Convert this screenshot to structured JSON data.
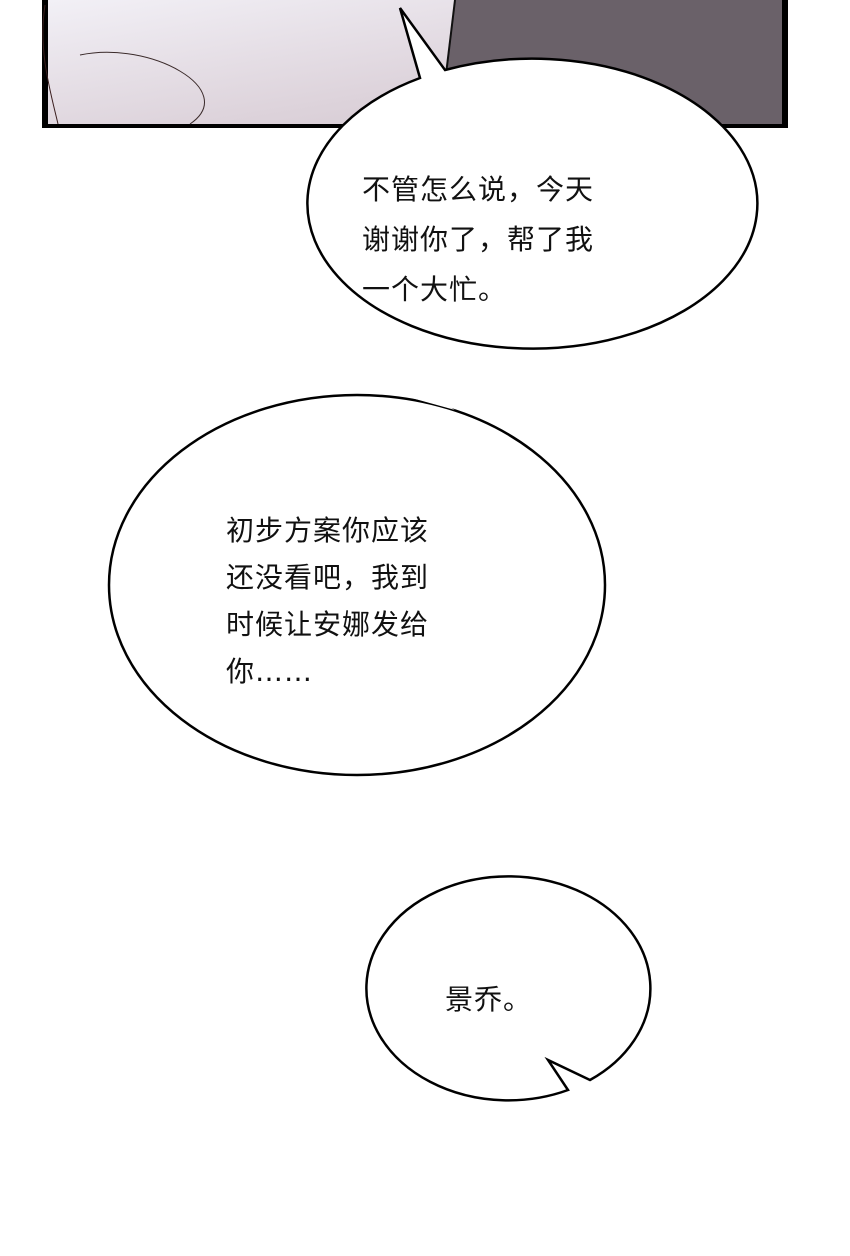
{
  "panel": {
    "colors": {
      "border": "#000000",
      "skin": "#e6e2ea",
      "dark_bg": "#6a6169"
    }
  },
  "bubbles": [
    {
      "lines": [
        "不管怎么说，今天",
        "谢谢你了，帮了我",
        "一个大忙。"
      ]
    },
    {
      "lines": [
        "初步方案你应该",
        "还没看吧，我到",
        "时候让安娜发给",
        "你……"
      ]
    },
    {
      "lines": [
        "景乔。"
      ]
    }
  ]
}
